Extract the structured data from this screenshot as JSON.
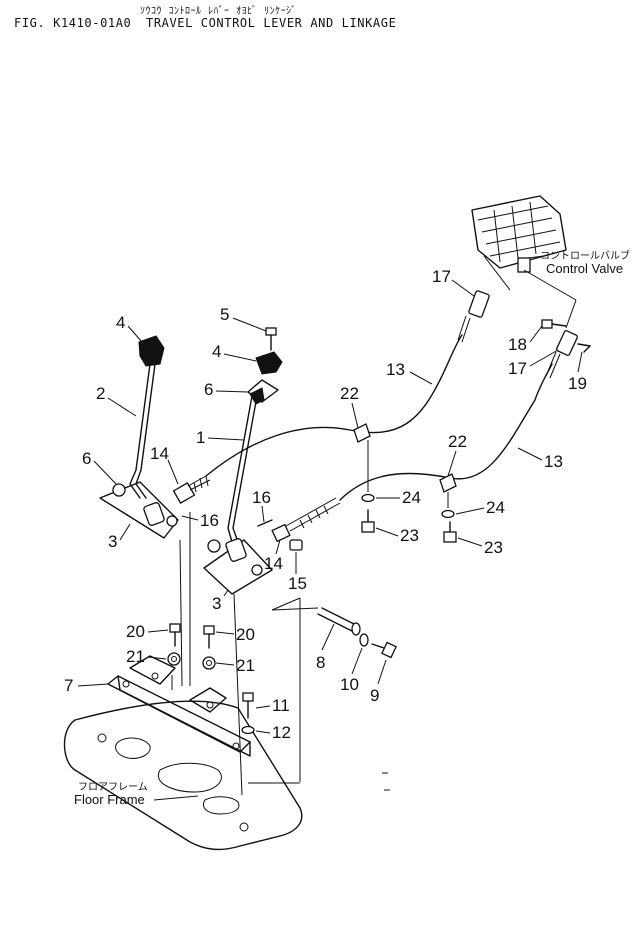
{
  "header": {
    "japanese_title": "ｿｳｺｳ ｺﾝﾄﾛｰﾙ ﾚﾊﾞｰ ｵﾖﾋﾞ ﾘﾝｹｰｼﾞ",
    "figure_number": "FIG. K1410-01A0",
    "english_title": "TRAVEL CONTROL LEVER AND LINKAGE"
  },
  "callouts": {
    "control_valve_jp": "コントロールバルブ",
    "control_valve_en": "Control Valve",
    "floor_frame_jp": "フロアフレーム",
    "floor_frame_en": "Floor Frame"
  },
  "part_numbers": {
    "p1": "1",
    "p2": "2",
    "p3a": "3",
    "p3b": "3",
    "p4a": "4",
    "p4b": "4",
    "p5": "5",
    "p6a": "6",
    "p6b": "6",
    "p7": "7",
    "p8": "8",
    "p9": "9",
    "p10": "10",
    "p11": "11",
    "p12": "12",
    "p13a": "13",
    "p13b": "13",
    "p14a": "14",
    "p14b": "14",
    "p15": "15",
    "p16a": "16",
    "p16b": "16",
    "p17a": "17",
    "p17b": "17",
    "p18": "18",
    "p19": "19",
    "p20a": "20",
    "p20b": "20",
    "p21a": "21",
    "p21b": "21",
    "p22a": "22",
    "p22b": "22",
    "p23a": "23",
    "p23b": "23",
    "p24a": "24",
    "p24b": "24"
  }
}
